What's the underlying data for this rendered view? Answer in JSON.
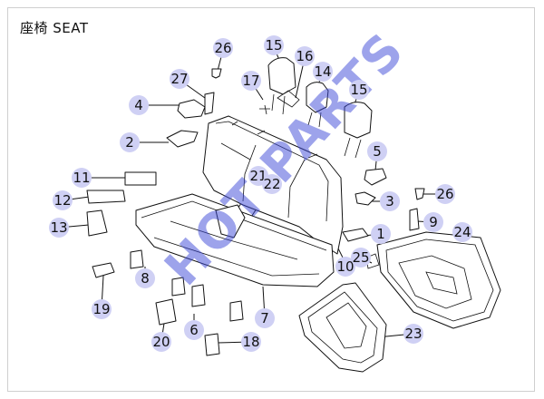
{
  "title": "座椅 SEAT",
  "watermark": "HOT PARTS",
  "colors": {
    "callout_fill": "#cfd0f4",
    "watermark": "#3b48d8",
    "line": "#111111"
  },
  "callouts": [
    {
      "id": "c26a",
      "label": "26"
    },
    {
      "id": "c15a",
      "label": "15"
    },
    {
      "id": "c16",
      "label": "16"
    },
    {
      "id": "c27",
      "label": "27"
    },
    {
      "id": "c17",
      "label": "17"
    },
    {
      "id": "c14",
      "label": "14"
    },
    {
      "id": "c15b",
      "label": "15"
    },
    {
      "id": "c4",
      "label": "4"
    },
    {
      "id": "c2",
      "label": "2"
    },
    {
      "id": "c5",
      "label": "5"
    },
    {
      "id": "c11",
      "label": "11"
    },
    {
      "id": "c21",
      "label": "21"
    },
    {
      "id": "c22",
      "label": "22"
    },
    {
      "id": "c26b",
      "label": "26"
    },
    {
      "id": "c3",
      "label": "3"
    },
    {
      "id": "c12",
      "label": "12"
    },
    {
      "id": "c9",
      "label": "9"
    },
    {
      "id": "c13",
      "label": "13"
    },
    {
      "id": "c24",
      "label": "24"
    },
    {
      "id": "c1",
      "label": "1"
    },
    {
      "id": "c10",
      "label": "10"
    },
    {
      "id": "c25",
      "label": "25"
    },
    {
      "id": "c8",
      "label": "8"
    },
    {
      "id": "c19",
      "label": "19"
    },
    {
      "id": "c7",
      "label": "7"
    },
    {
      "id": "c6",
      "label": "6"
    },
    {
      "id": "c20",
      "label": "20"
    },
    {
      "id": "c23",
      "label": "23"
    },
    {
      "id": "c18",
      "label": "18"
    }
  ]
}
